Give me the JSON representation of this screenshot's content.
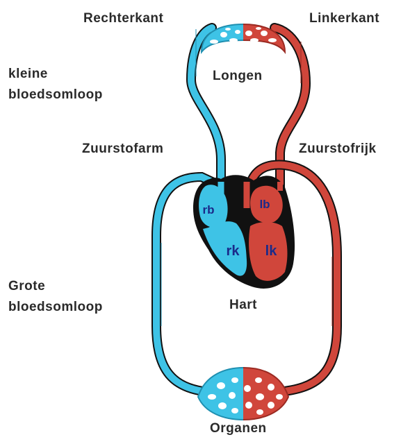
{
  "labels": {
    "right_side": "Rechterkant",
    "left_side": "Linkerkant",
    "small_circulation": [
      "kleine",
      "bloedsomloop"
    ],
    "lungs": "Longen",
    "oxygen_poor": "Zuurstofarm",
    "oxygen_rich": "Zuurstofrijk",
    "large_circulation": [
      "Grote",
      "bloedsomloop"
    ],
    "heart": "Hart",
    "organs": "Organen"
  },
  "heart_chambers": {
    "right_atrium": "rb",
    "left_atrium": "lb",
    "right_ventricle": "rk",
    "left_ventricle": "lk"
  },
  "colors": {
    "oxygen_poor_blood": "#3ec3e6",
    "oxygen_rich_blood": "#d0463b",
    "heart_outline": "#111111",
    "chamber_text": "#1a2a8a",
    "label_text": "#2a2a2a"
  }
}
